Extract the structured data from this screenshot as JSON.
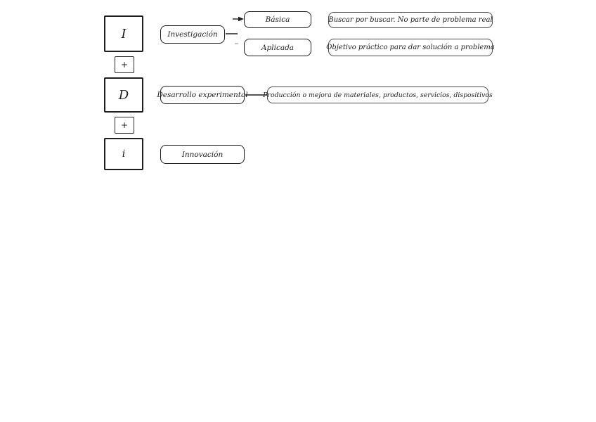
{
  "canvas": {
    "background": "#ffffff",
    "stroke_color": "#1e1e1e"
  },
  "letters": {
    "i_upper": "I",
    "d": "D",
    "i_lower": "i",
    "plus": "+"
  },
  "nodes": {
    "investigacion": "Investigación",
    "basica": "Básica",
    "aplicada": "Aplicada",
    "basica_desc": "Buscar por buscar. No parte de problema real",
    "aplicada_desc": "Objetivo práctico para dar solución a problema",
    "desarrollo": "Desarrollo experimental",
    "desarrollo_desc": "Producción o mejora de materiales, productos, servicios, dispositivos",
    "innovacion": "Innovación"
  },
  "edges": [
    {
      "from": "investigacion",
      "to": "basica",
      "arrowhead": true
    },
    {
      "from": "investigacion",
      "to": "aplicada",
      "arrowhead": false
    },
    {
      "from": "desarrollo",
      "to": "desarrollo_desc",
      "arrowhead": false
    }
  ]
}
